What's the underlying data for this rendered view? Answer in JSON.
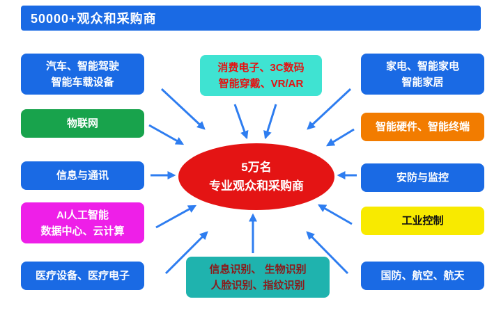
{
  "header": {
    "title": "50000+观众和采购商"
  },
  "center": {
    "title": "5万名\n专业观众和采购商"
  },
  "nodes": {
    "left": [
      {
        "label": "汽车、智能驾驶\n智能车载设备"
      },
      {
        "label": "物联网"
      },
      {
        "label": "信息与通讯"
      },
      {
        "label": "AI人工智能\n数据中心、云计算"
      },
      {
        "label": "医疗设备、医疗电子"
      }
    ],
    "top": {
      "label": "消费电子、3C数码\n智能穿戴、VR/AR"
    },
    "right": [
      {
        "label": "家电、智能家电\n智能家居"
      },
      {
        "label": "智能硬件、智能终端"
      },
      {
        "label": "安防与监控"
      },
      {
        "label": "工业控制"
      },
      {
        "label": "国防、航空、航天"
      }
    ],
    "bottom": {
      "label": "信息识别、 生物识别\n人脸识别、指纹识别"
    }
  },
  "colors": {
    "header_bg": "#1a6ae4",
    "blue_box": "#1a6ae4",
    "green_box": "#18a34c",
    "magenta_box": "#ee1fe8",
    "cyan_box": "#3fe3d2",
    "cyan_box_text": "#e51212",
    "orange_box": "#f27c00",
    "yellow_box": "#f8ea00",
    "yellow_box_text": "#111111",
    "teal_box": "#1fb3ae",
    "teal_box_text": "#8b1a1a",
    "center_ellipse": "#e41414",
    "arrow": "#2e7df0",
    "box_text": "#ffffff"
  }
}
